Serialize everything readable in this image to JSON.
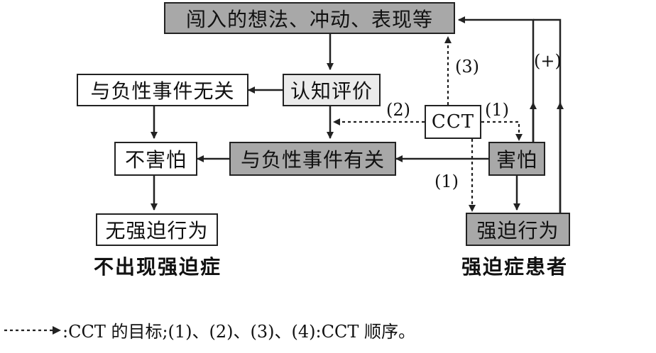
{
  "nodes": {
    "intrusive": "闯入的想法、冲动、表现等",
    "unrelated": "与负性事件无关",
    "appraisal": "认知评价",
    "not_afraid": "不害怕",
    "related": "与负性事件有关",
    "cct": "CCT",
    "afraid": "害怕",
    "no_compulsion": "无强迫行为",
    "compulsion": "强迫行为"
  },
  "captions": {
    "no_ocd": "不出现强迫症",
    "patients": "强迫症患者"
  },
  "edge_labels": {
    "l3": "(3)",
    "l2": "(2)",
    "l1_right": "(1)",
    "l1_down": "(1)",
    "plus": "(+)"
  },
  "legend": {
    "text": ":CCT 的目标;(1)、(2)、(3)、(4):CCT 顺序。"
  },
  "colors": {
    "gray_fill": "#a8a8a8",
    "white_fill": "#ffffff",
    "light_fill": "#ebebeb",
    "stroke": "#222222"
  }
}
